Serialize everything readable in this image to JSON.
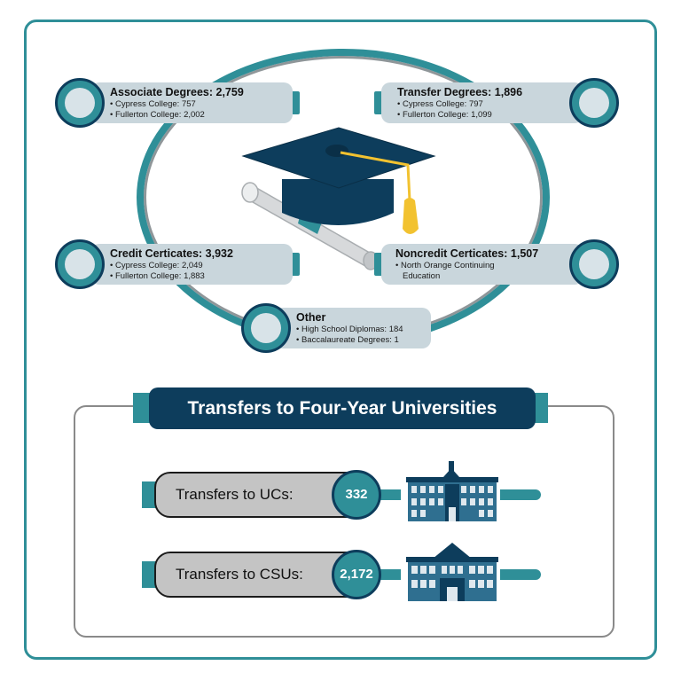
{
  "stats": [
    {
      "id": "associate",
      "title": "Associate Degrees: 2,759",
      "items": [
        "Cypress College: 757",
        "Fullerton College: 2,002"
      ]
    },
    {
      "id": "transfer",
      "title": "Transfer Degrees: 1,896",
      "items": [
        "Cypress College: 797",
        "Fullerton College: 1,099"
      ]
    },
    {
      "id": "credit",
      "title": "Credit Certicates: 3,932",
      "items": [
        "Cypress College: 2,049",
        "Fullerton College: 1,883"
      ]
    },
    {
      "id": "noncredit",
      "title": "Noncredit Certicates: 1,507",
      "items": [
        "North Orange Continuing Education"
      ]
    },
    {
      "id": "other",
      "title": "Other",
      "items": [
        "High School Diplomas: 184",
        "Baccalaureate Degrees: 1"
      ]
    }
  ],
  "transfers": {
    "heading": "Transfers to Four-Year Universities",
    "rows": [
      {
        "label": "Transfers to UCs:",
        "value": "332",
        "icon": "uc-building-icon"
      },
      {
        "label": "Transfers to CSUs:",
        "value": "2,172",
        "icon": "csu-building-icon"
      }
    ]
  },
  "icons": [
    "graduation-cap-icon",
    "diploma-scroll-icon",
    "badge-ring-icon",
    "uc-building-icon",
    "csu-building-icon"
  ],
  "colors": {
    "teal": "#2f8f98",
    "navy": "#0d3d5c",
    "card": "#c9d6dc",
    "gold": "#f2c230",
    "gray": "#c4c4c4"
  }
}
